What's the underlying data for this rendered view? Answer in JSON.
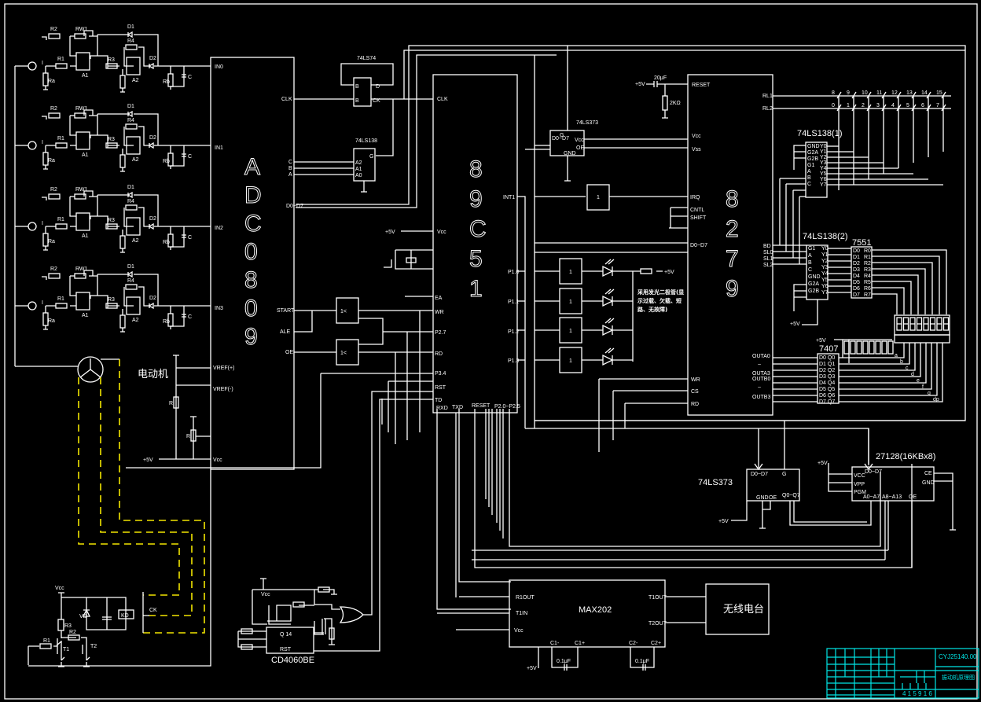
{
  "diagram": {
    "title_block": {
      "drawing_number": "CYJ25140.00",
      "drawing_title": "振动机原理图",
      "scale_row": "4 1 5 9 1 6"
    },
    "amplifier_channels": [
      {
        "input": "IN0",
        "labels": {
          "r1": "R1",
          "r2": "R2",
          "rw": "RW1",
          "r3": "R3",
          "r4": "R4",
          "ra": "Ra",
          "d1": "D1",
          "d2": "D2",
          "a1": "A1",
          "a2": "A2",
          "rb": "Rb",
          "c": "C",
          "src": "I"
        }
      },
      {
        "input": "IN1",
        "labels": {
          "r1": "R1",
          "r2": "R2",
          "rw": "RW1",
          "r3": "R3",
          "r4": "R4",
          "ra": "Ra",
          "d1": "D1",
          "d2": "D2",
          "a1": "A1",
          "a2": "A2",
          "rb": "Rb",
          "c": "C",
          "src": "I"
        }
      },
      {
        "input": "IN2",
        "labels": {
          "r1": "R1",
          "r2": "R2",
          "rw": "RW1",
          "r3": "R3",
          "r4": "R4",
          "ra": "Ra",
          "d1": "D1",
          "d2": "D2",
          "a1": "A1",
          "a2": "A2",
          "rb": "Rb",
          "c": "C",
          "src": "I"
        }
      },
      {
        "input": "IN3",
        "labels": {
          "r1": "R1",
          "r2": "R2",
          "rw": "RW1",
          "r3": "R3",
          "r4": "R4",
          "ra": "Ra",
          "d1": "D1",
          "d2": "D2",
          "a1": "A1",
          "a2": "A2",
          "rb": "Rb",
          "c": "C",
          "src": "I"
        }
      }
    ],
    "adc": {
      "name_chars": [
        "A",
        "D",
        "C",
        "0",
        "8",
        "0",
        "9"
      ],
      "pins_left": [
        "IN0",
        "IN1",
        "IN2",
        "IN3",
        "VREF(+)",
        "VREF(-)",
        "Vcc"
      ],
      "pins_right": [
        "CLK",
        "C",
        "B",
        "A",
        "D0~D7",
        "START",
        "ALE",
        "OE"
      ]
    },
    "motor": {
      "label": "电动机",
      "r1": "R",
      "r2": "R",
      "supply": "+5V"
    },
    "ff_74ls74": {
      "name": "74LS74",
      "pins": [
        "D",
        "CK",
        "B",
        "B"
      ]
    },
    "dec_74ls138_a": {
      "name": "74LS138",
      "pins": [
        "A2",
        "A1",
        "A0",
        "G"
      ]
    },
    "mcu": {
      "name_chars": [
        "8",
        "9",
        "C",
        "5",
        "1"
      ],
      "pins_left": [
        "CLK",
        "Vcc",
        "EA",
        "WR",
        "P2.7",
        "RD",
        "P3.4",
        "RST",
        "TD"
      ],
      "pins_bottom": [
        "RXD",
        "TXD",
        "RESET",
        "P2.0~P2.5"
      ],
      "pins_right": [
        "INT1",
        "P1.0",
        "P1.1",
        "P1.2",
        "P1.3"
      ],
      "vcc_label": "+5V"
    },
    "gates": {
      "nor1": "1<",
      "nor2": "1<"
    },
    "latch_top": {
      "name": "74LS373",
      "pins": [
        "D0~D7",
        "G",
        "Vcc",
        "OE",
        "GND"
      ]
    },
    "inverter_label": "1",
    "led_block": {
      "supply": "+5V",
      "note": "采用发光二极管(显示过载、欠载、短路、无故障)"
    },
    "kbd_8279": {
      "name_chars": [
        "8",
        "2",
        "7",
        "9"
      ],
      "reset_cap": "20μF",
      "reset_res": "2KΩ",
      "supply": "+5V",
      "pins_left": [
        "RESET",
        "Vcc",
        "Vss",
        "IRQ",
        "CNTL",
        "SHIFT",
        "D0~D7",
        "WR",
        "CS",
        "RD"
      ],
      "pins_right": [
        "RL1",
        "RL2",
        "BD",
        "SL0",
        "SL1",
        "SL2",
        "OUTA0",
        "~",
        "OUTA3",
        "OUTB0",
        "~",
        "OUTB3"
      ],
      "keys_row1": [
        "8",
        "9",
        "10",
        "11",
        "12",
        "13",
        "14",
        "15"
      ],
      "keys_row2": [
        "0",
        "1",
        "2",
        "3",
        "4",
        "5",
        "6",
        "7"
      ]
    },
    "dec_138_1": {
      "name": "74LS138(1)",
      "pins_left": [
        "GND",
        "G2A",
        "G2B",
        "G1",
        "A",
        "B",
        "C"
      ],
      "pins_right": [
        "Y0",
        "Y1",
        "Y2",
        "Y3",
        "Y4",
        "Y5",
        "Y6",
        "Y7"
      ]
    },
    "dec_138_2": {
      "name": "74LS138(2)",
      "pins_left": [
        "G1",
        "A",
        "B",
        "C",
        "GND",
        "G2A",
        "G2B"
      ],
      "pins_right": [
        "Y0",
        "Y1",
        "Y2",
        "Y3",
        "Y4",
        "Y5",
        "Y6",
        "Y7"
      ],
      "supply": "+5V"
    },
    "drv_7551": {
      "name": "7551",
      "pins_left": [
        "D0",
        "D1",
        "D2",
        "D3",
        "D4",
        "D5",
        "D6",
        "D7"
      ],
      "pins_right": [
        "R0",
        "R1",
        "R2",
        "R3",
        "R4",
        "R5",
        "R6",
        "R7"
      ]
    },
    "drv_7407": {
      "name": "7407",
      "supply": "+5V",
      "segments": [
        "a",
        "b",
        "c",
        "d",
        "e",
        "f",
        "g",
        "dp"
      ]
    },
    "latch_bottom": {
      "name": "74LS373",
      "pins": [
        "D0~D7",
        "G",
        "Q0~Q7",
        "GND",
        "OE"
      ],
      "supply": "+5V"
    },
    "eprom": {
      "name": "27128(16KBx8)",
      "pins": [
        "D0~D7",
        "VCC",
        "VPP",
        "PGM",
        "A0~A7",
        "A8~A13",
        "OE",
        "CE",
        "GND"
      ],
      "supply": "+5V"
    },
    "max202": {
      "name": "MAX202",
      "pins_left": [
        "R1OUT",
        "T1IN",
        "Vcc"
      ],
      "pins_right": [
        "T1OUT",
        "T2OUT"
      ],
      "pins_bottom": [
        "C1-",
        "C1+",
        "C2-",
        "C2+"
      ],
      "cap1": "0.1μF",
      "cap2": "0.1μF",
      "supply": "+5V"
    },
    "radio": {
      "label": "无线电台"
    },
    "osc": {
      "name": "CD4060BE",
      "q_label": "Q  14",
      "rst_label": "RST",
      "vcc": "Vcc"
    },
    "relay": {
      "vcc": "Vcc",
      "r1": "R1",
      "r2": "R2",
      "r3": "R3",
      "diode": "VD",
      "coil": "KD",
      "t1": "T1",
      "t2": "T2",
      "ck": "CK"
    }
  }
}
